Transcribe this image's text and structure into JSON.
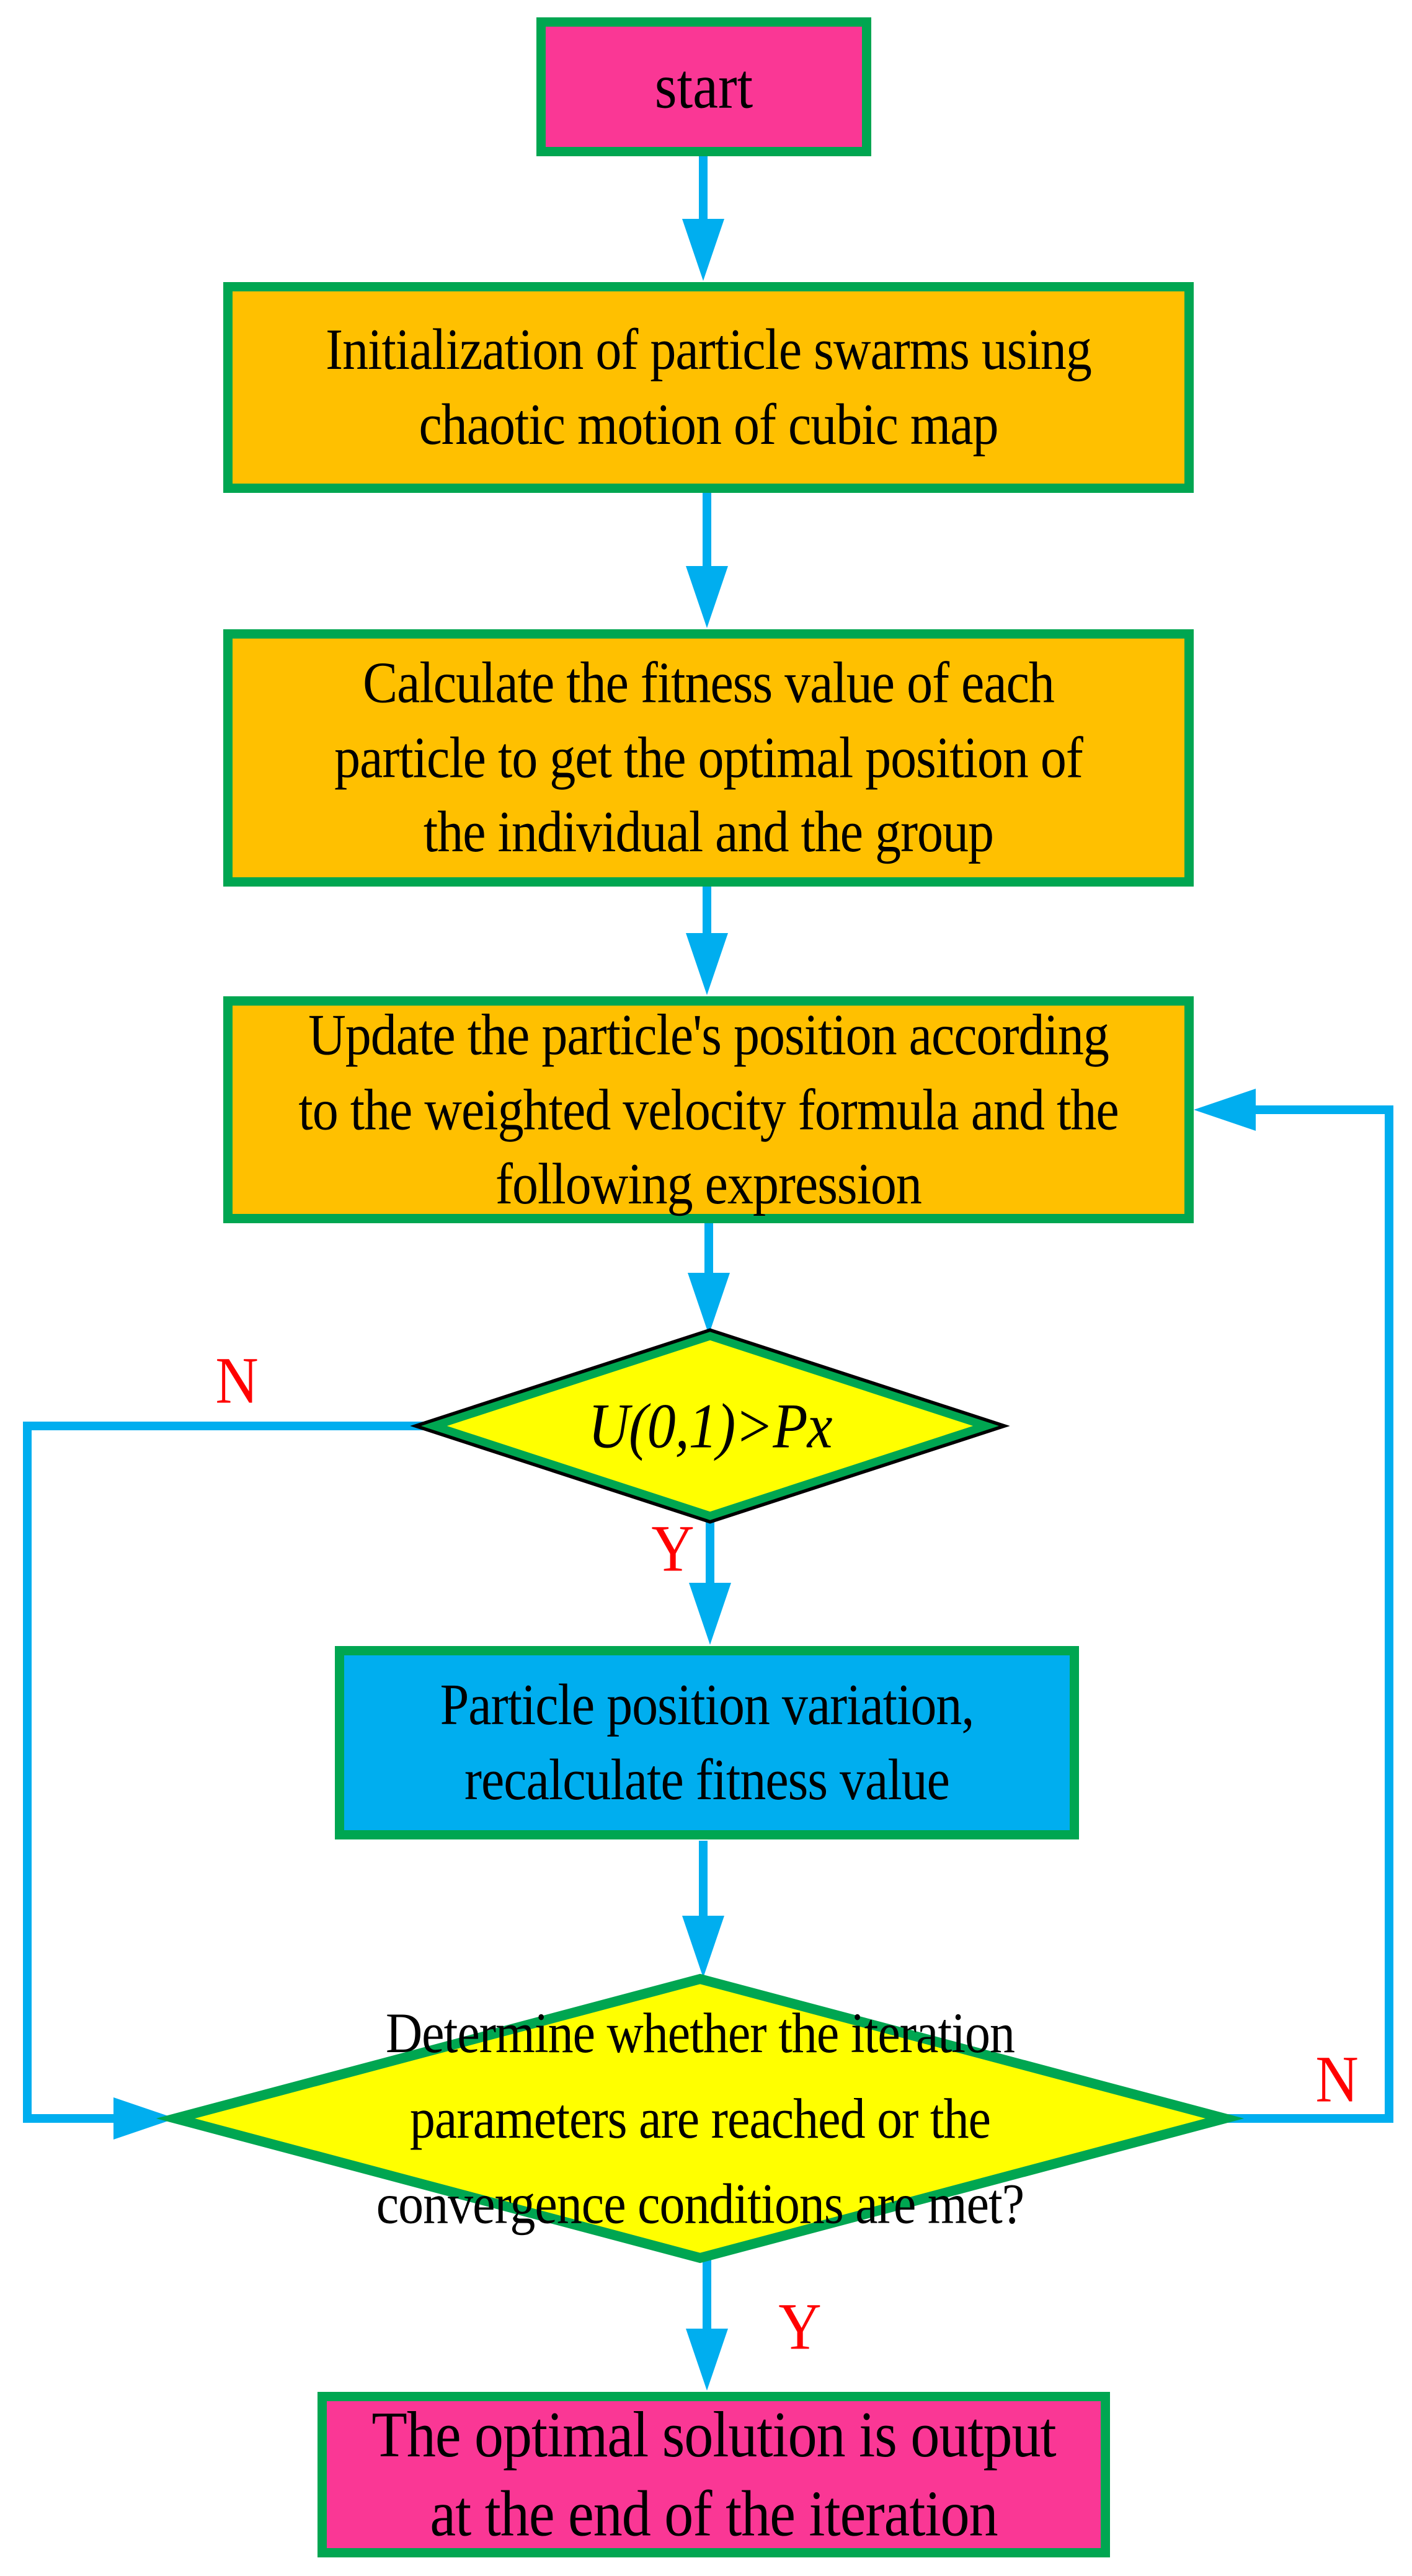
{
  "nodes": {
    "start": {
      "label": "start"
    },
    "init": {
      "label": "Initialization of particle swarms using\nchaotic motion of cubic map"
    },
    "fitness": {
      "label": "Calculate the fitness value of each\nparticle to get the optimal position of\nthe individual and the group"
    },
    "update": {
      "label": "Update the particle's position according\nto the weighted velocity formula and the\nfollowing expression"
    },
    "decision1": {
      "label": "U(0,1)>Px"
    },
    "variation": {
      "label": "Particle position variation,\nrecalculate fitness value"
    },
    "decision2": {
      "label": "Determine whether the iteration\nparameters are reached or the\nconvergence conditions are met?"
    },
    "output": {
      "label": "The optimal solution is output\nat the end of the iteration"
    }
  },
  "edge_labels": {
    "decision1_no": "N",
    "decision1_yes": "Y",
    "decision2_no": "N",
    "decision2_yes": "Y"
  },
  "colors": {
    "connector_blue": "#00AEEF",
    "border_green": "#00A651",
    "process_orange": "#FFC000",
    "terminator_pink": "#FA3795",
    "decision_yellow": "#FFFF00",
    "variation_blue": "#00AEEF",
    "branch_label_red": "#FF0000",
    "text_black": "#000000"
  }
}
